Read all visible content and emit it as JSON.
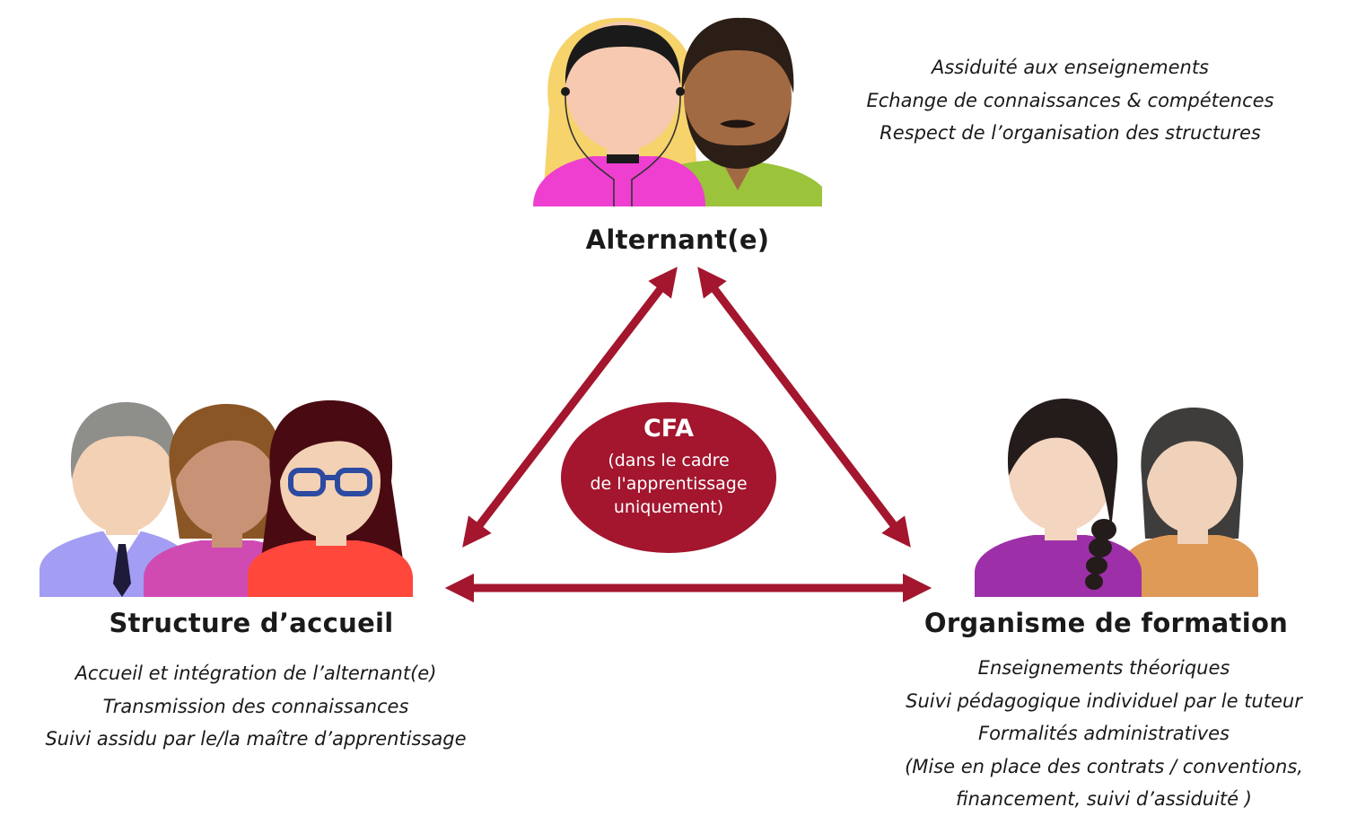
{
  "center": {
    "title": "CFA",
    "subtitle_lines": [
      "(dans le cadre",
      "de l'apprentissage",
      "uniquement)"
    ]
  },
  "nodes": {
    "alternant": {
      "title": "Alternant(e)",
      "duties": [
        "Assiduité aux enseignements",
        "Echange de connaissances & compétences",
        "Respect de l’organisation des structures"
      ]
    },
    "structure": {
      "title": "Structure d’accueil",
      "duties": [
        "Accueil et intégration de l’alternant(e)",
        "Transmission des connaissances",
        "Suivi assidu par le/la maître d’apprentissage"
      ]
    },
    "organisme": {
      "title": "Organisme de formation",
      "duties": [
        "Enseignements théoriques",
        "Suivi pédagogique individuel par le tuteur",
        "Formalités administratives",
        "(Mise en place des contrats / conventions,",
        "financement, suivi d’assiduité )"
      ]
    }
  },
  "colors": {
    "arrow": "#a3162e",
    "cfa_fill": "#a3162e"
  },
  "icons": [
    "students-group-icon",
    "employer-team-icon",
    "trainers-group-icon"
  ]
}
